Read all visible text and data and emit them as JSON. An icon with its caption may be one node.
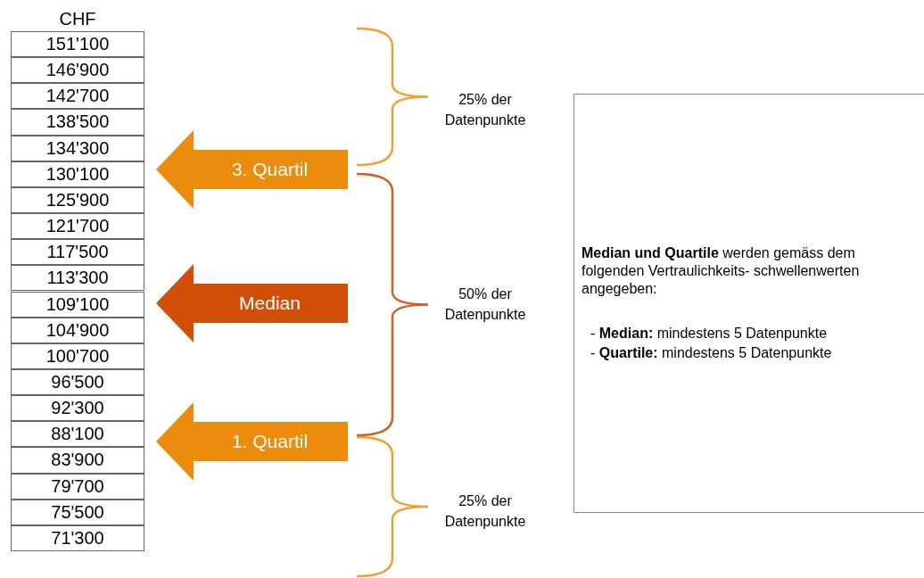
{
  "diagram": {
    "nodes": [
      {
        "text": [
          "3. Quartil"
        ]
      },
      {
        "text": [
          "Median"
        ]
      },
      {
        "text": [
          "1. Quartil"
        ]
      },
      {
        "text": [
          "**Median und Quartile** werden gemäss dem folgenden Vertraulichkeits- schwellenwerten angegeben:",
          "- **Median:** mindestens 5 Datenpunkte",
          "- **Quartile:** mindestens 5 Datenpunkte"
        ]
      }
    ],
    "edges": [],
    "labels": [
      "CHF",
      "151'100",
      "146'900",
      "142'700",
      "138'500",
      "134'300",
      "130'100",
      "125'900",
      "121'700",
      "117'500",
      "113'300",
      "109'100",
      "104'900",
      "100'700",
      "96'500",
      "92'300",
      "88'100",
      "83'900",
      "79'700",
      "75'500",
      "71'300",
      "25% der Datenpunkte",
      "50% der Datenpunkte",
      "25% der Datenpunkte"
    ]
  }
}
